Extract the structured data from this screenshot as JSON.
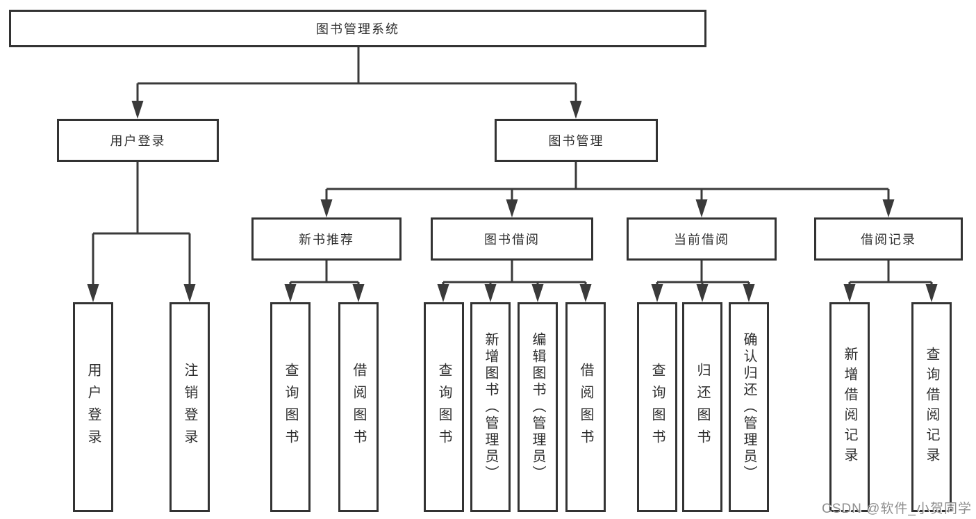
{
  "root": {
    "label": "图书管理系统"
  },
  "branches": [
    {
      "label": "用户登录",
      "children": [
        {
          "label": "用户登录"
        },
        {
          "label": "注销登录"
        }
      ]
    },
    {
      "label": "图书管理",
      "children": [
        {
          "label": "新书推荐",
          "children": [
            {
              "label": "查询图书"
            },
            {
              "label": "借阅图书"
            }
          ]
        },
        {
          "label": "图书借阅",
          "children": [
            {
              "label": "查询图书"
            },
            {
              "label": "新增图书（管理员）"
            },
            {
              "label": "编辑图书（管理员）"
            },
            {
              "label": "借阅图书"
            }
          ]
        },
        {
          "label": "当前借阅",
          "children": [
            {
              "label": "查询图书"
            },
            {
              "label": "归还图书"
            },
            {
              "label": "确认归还（管理员）"
            }
          ]
        },
        {
          "label": "借阅记录",
          "children": [
            {
              "label": "新增借阅记录"
            },
            {
              "label": "查询借阅记录"
            }
          ]
        }
      ]
    }
  ],
  "watermark": "CSDN @软件_小贺同学",
  "colors": {
    "line": "#3a3a3a",
    "box_border": "#333333",
    "text": "#2d2d2d",
    "watermark": "#8f8f8f",
    "background": "#ffffff"
  }
}
